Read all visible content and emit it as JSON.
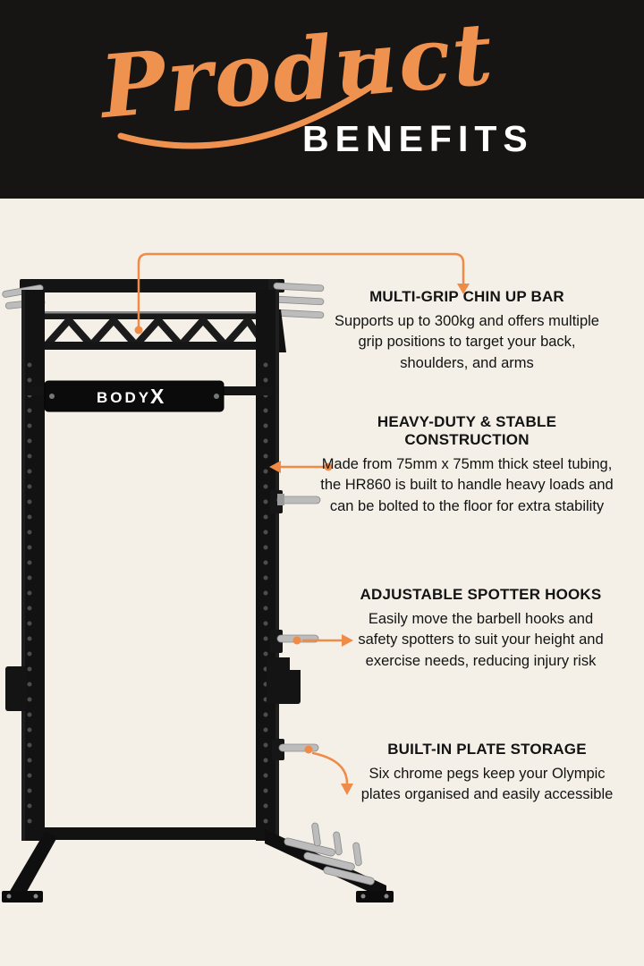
{
  "header": {
    "script_title": "Product",
    "block_title": "BENEFITS"
  },
  "product": {
    "brand": "BODY",
    "brand_x": "X"
  },
  "benefits": [
    {
      "heading": "MULTI-GRIP CHIN UP BAR",
      "body": "Supports up to 300kg and offers multiple grip positions to target your back, shoulders, and arms"
    },
    {
      "heading": "HEAVY-DUTY & STABLE CONSTRUCTION",
      "body": "Made from 75mm x 75mm thick steel tubing, the HR860 is built to handle heavy loads and can be bolted to the floor for extra stability"
    },
    {
      "heading": "ADJUSTABLE SPOTTER HOOKS",
      "body": "Easily move the barbell hooks and safety spotters to suit your height and exercise needs, reducing injury risk"
    },
    {
      "heading": "BUILT-IN PLATE STORAGE",
      "body": "Six chrome pegs keep your Olympic plates organised and easily accessible"
    }
  ],
  "colors": {
    "accent": "#EF8A47",
    "header_bg": "#171513",
    "page_bg": "#F4F0E7",
    "text": "#131313",
    "chrome": "#BCBCBC",
    "steel": "#121212"
  }
}
